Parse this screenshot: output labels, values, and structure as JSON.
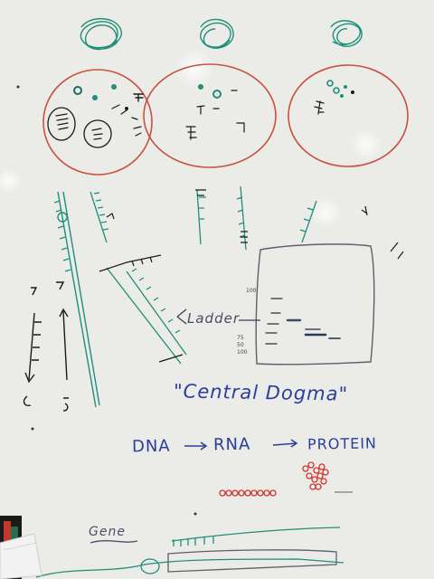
{
  "whiteboard": {
    "heading": "\"Central Dogma\"",
    "flow": {
      "dna": "DNA",
      "rna": "RNA",
      "protein": "PROTEIN"
    },
    "gel": {
      "ladder_label": "Ladder",
      "markers": [
        "100",
        "75",
        "50",
        "100"
      ]
    },
    "gene_label": "Gene"
  },
  "colors": {
    "board": "#e9e9e6",
    "cell_outline": "#c8513f",
    "teal_marker": "#1f8f7a",
    "blue_marker": "#2b3f9a",
    "black_marker": "#1b1b1b",
    "red_marker": "#d2332b"
  }
}
